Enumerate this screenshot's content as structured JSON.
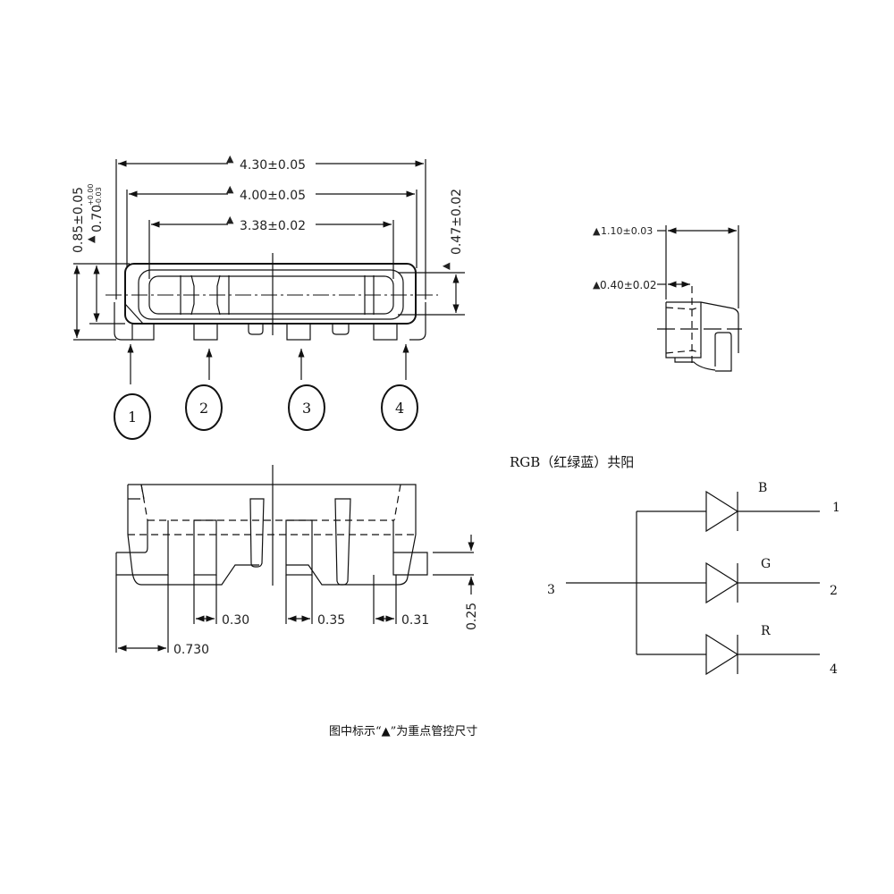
{
  "top_view": {
    "dims": {
      "overall_length": "4.30±0.05",
      "body_length": "4.00±0.05",
      "window_length": "3.38±0.02",
      "total_height": "0.85±0.05",
      "body_height": "0.70",
      "body_height_tol_plus": "+0.00",
      "body_height_tol_minus": "-0.03",
      "window_height": "0.47±0.02"
    },
    "pins": [
      "1",
      "2",
      "3",
      "4"
    ]
  },
  "side_view": {
    "dims": {
      "depth": "1.10±0.03",
      "lens_depth": "0.40±0.02"
    }
  },
  "bottom_view": {
    "dims": {
      "pad_a": "0.30",
      "pad_b": "0.35",
      "pad_c": "0.31",
      "pitch": "0.730",
      "pad_height": "0.25"
    }
  },
  "schematic": {
    "title": "RGB（红绿蓝）共阳",
    "common_pin": "3",
    "diodes": [
      {
        "color": "B",
        "pin": "1"
      },
      {
        "color": "G",
        "pin": "2"
      },
      {
        "color": "R",
        "pin": "4"
      }
    ]
  },
  "note": "图中标示“▲”为重点管控尺寸",
  "key_marker": "▲"
}
